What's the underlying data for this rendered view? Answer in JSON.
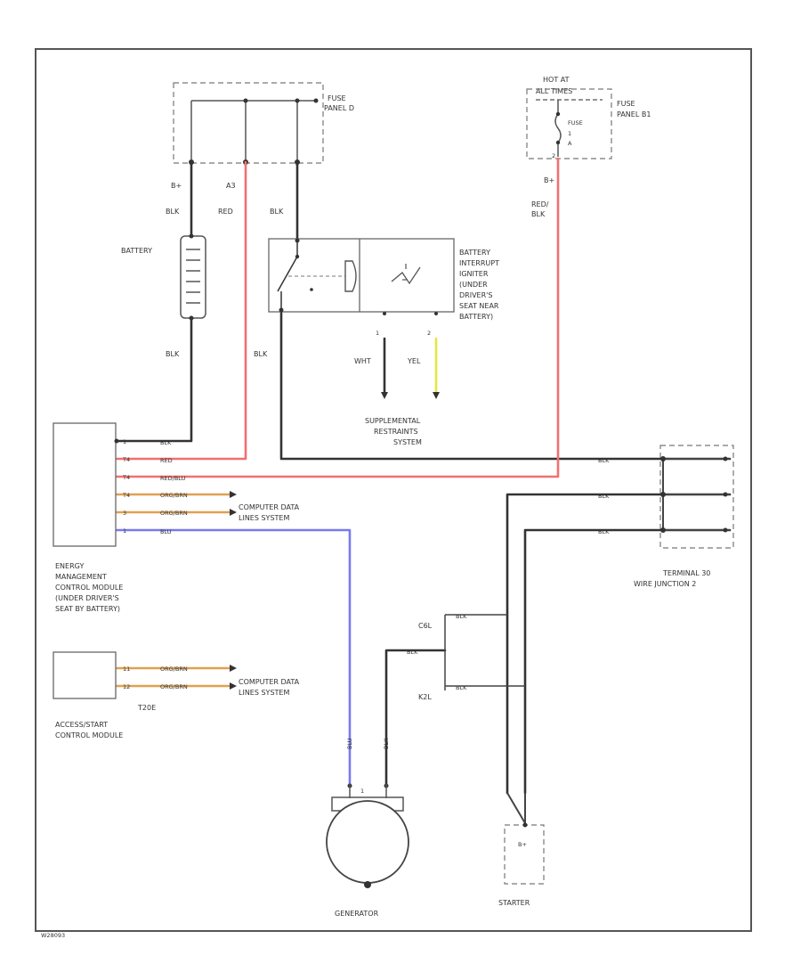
{
  "colors": {
    "black_wire": "#333333",
    "red_wire": "#f07070",
    "blue_wire": "#7a7af0",
    "yellow_wire": "#e6e640",
    "orange_wire": "#e0a050"
  },
  "fuse_panel_d": {
    "label_line1": "FUSE",
    "label_line2": "PANEL D"
  },
  "fuse_panel_b1": {
    "hot_line1": "HOT AT",
    "hot_line2": "ALL TIMES",
    "fuse_label": "FUSE",
    "fuse_num": "1",
    "amp": "A",
    "label_line1": "FUSE",
    "label_line2": "PANEL B1",
    "pin": "2",
    "term": "B+",
    "wire_line1": "RED/",
    "wire_line2": "BLK"
  },
  "panel_d_pins": {
    "left": "B+",
    "mid": "A3"
  },
  "battery": {
    "label": "BATTERY"
  },
  "wires": {
    "blk": "BLK",
    "red": "RED",
    "wht": "WHT",
    "yel": "YEL",
    "red_blu": "RED/BLU",
    "org_brn": "ORG/BRN",
    "blu": "BLU"
  },
  "interrupt": {
    "lines": [
      "BATTERY",
      "INTERRUPT",
      "IGNITER",
      "(UNDER",
      "DRIVER'S",
      "SEAT NEAR",
      "BATTERY)"
    ],
    "pin1": "1",
    "pin2": "2"
  },
  "srs": {
    "line1": "SUPPLEMENTAL",
    "line2": "RESTRAINTS",
    "line3": "SYSTEM"
  },
  "ecm": {
    "lines": [
      "ENERGY",
      "MANAGEMENT",
      "CONTROL MODULE",
      "(UNDER DRIVER'S",
      "SEAT BY BATTERY)"
    ],
    "pins": [
      "1",
      "T4",
      "T4",
      "T4",
      "3",
      "1"
    ]
  },
  "cdl": {
    "line1": "COMPUTER DATA",
    "line2": "LINES SYSTEM"
  },
  "acc": {
    "conn": "T20E",
    "line1": "ACCESS/START",
    "line2": "CONTROL MODULE",
    "pins": [
      "11",
      "12"
    ]
  },
  "terminal30": {
    "line1": "TERMINAL 30",
    "line2": "WIRE JUNCTION 2"
  },
  "starter_split": {
    "top": "C6L",
    "bottom": "K2L"
  },
  "generator": {
    "label": "GENERATOR",
    "pin": "1",
    "blk": "BLK"
  },
  "starter": {
    "label": "STARTER",
    "term": "B+"
  },
  "footer": {
    "code": "W28093"
  }
}
